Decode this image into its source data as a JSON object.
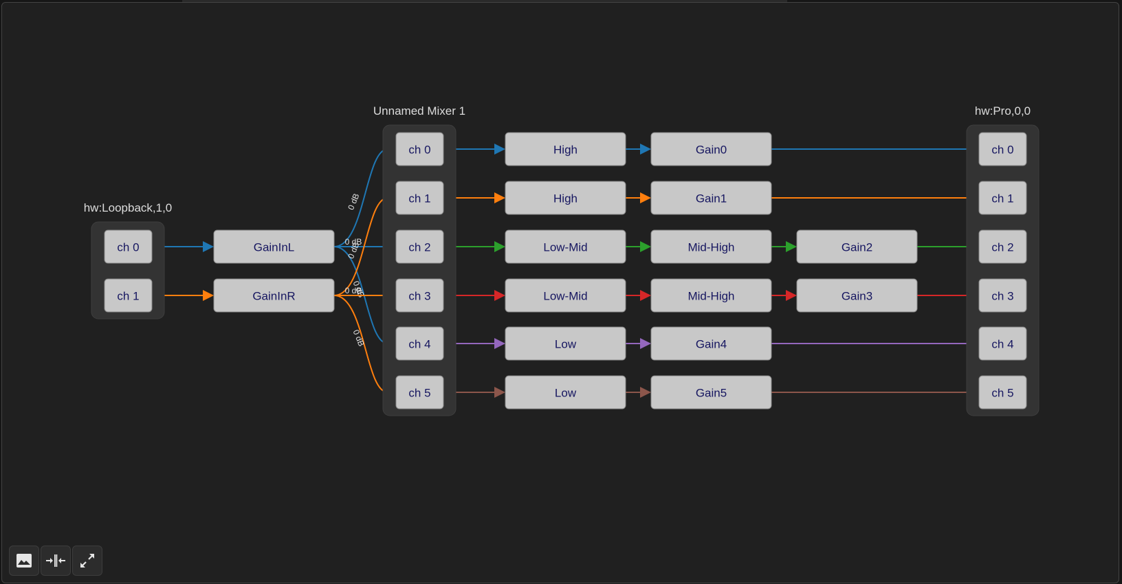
{
  "groups": [
    {
      "id": "loopback",
      "label": "hw:Loopback,1,0",
      "channels": [
        "ch 0",
        "ch 1"
      ]
    },
    {
      "id": "mixer",
      "label": "Unnamed Mixer 1",
      "channels": [
        "ch 0",
        "ch 1",
        "ch 2",
        "ch 3",
        "ch 4",
        "ch 5"
      ]
    },
    {
      "id": "pro",
      "label": "hw:Pro,0,0",
      "channels": [
        "ch 0",
        "ch 1",
        "ch 2",
        "ch 3",
        "ch 4",
        "ch 5"
      ]
    }
  ],
  "input_gains": [
    "GainInL",
    "GainInR"
  ],
  "rows": [
    {
      "channel": "ch 0",
      "chain": [
        "High",
        "Gain0"
      ],
      "color": "#1f77b4"
    },
    {
      "channel": "ch 1",
      "chain": [
        "High",
        "Gain1"
      ],
      "color": "#ff7f0e"
    },
    {
      "channel": "ch 2",
      "chain": [
        "Low-Mid",
        "Mid-High",
        "Gain2"
      ],
      "color": "#2ca02c"
    },
    {
      "channel": "ch 3",
      "chain": [
        "Low-Mid",
        "Mid-High",
        "Gain3"
      ],
      "color": "#d62728"
    },
    {
      "channel": "ch 4",
      "chain": [
        "Low",
        "Gain4"
      ],
      "color": "#9467bd"
    },
    {
      "channel": "ch 5",
      "chain": [
        "Low",
        "Gain5"
      ],
      "color": "#8c564b"
    }
  ],
  "mix_edges": [
    {
      "from": "GainInL",
      "to": "ch 0",
      "label": "0 dB",
      "color": "#1f77b4"
    },
    {
      "from": "GainInL",
      "to": "ch 2",
      "label": "0 dB",
      "color": "#1f77b4"
    },
    {
      "from": "GainInL",
      "to": "ch 4",
      "label": "0 dB",
      "color": "#1f77b4"
    },
    {
      "from": "GainInR",
      "to": "ch 1",
      "label": "0 dB",
      "color": "#ff7f0e"
    },
    {
      "from": "GainInR",
      "to": "ch 3",
      "label": "0 dB",
      "color": "#ff7f0e"
    },
    {
      "from": "GainInR",
      "to": "ch 5",
      "label": "0 dB",
      "color": "#ff7f0e"
    }
  ],
  "toolbar": {
    "buttons": [
      {
        "name": "save-image-button",
        "icon": "image-icon"
      },
      {
        "name": "fit-width-button",
        "icon": "compress-horizontal-icon"
      },
      {
        "name": "fullscreen-button",
        "icon": "expand-icon"
      }
    ]
  }
}
